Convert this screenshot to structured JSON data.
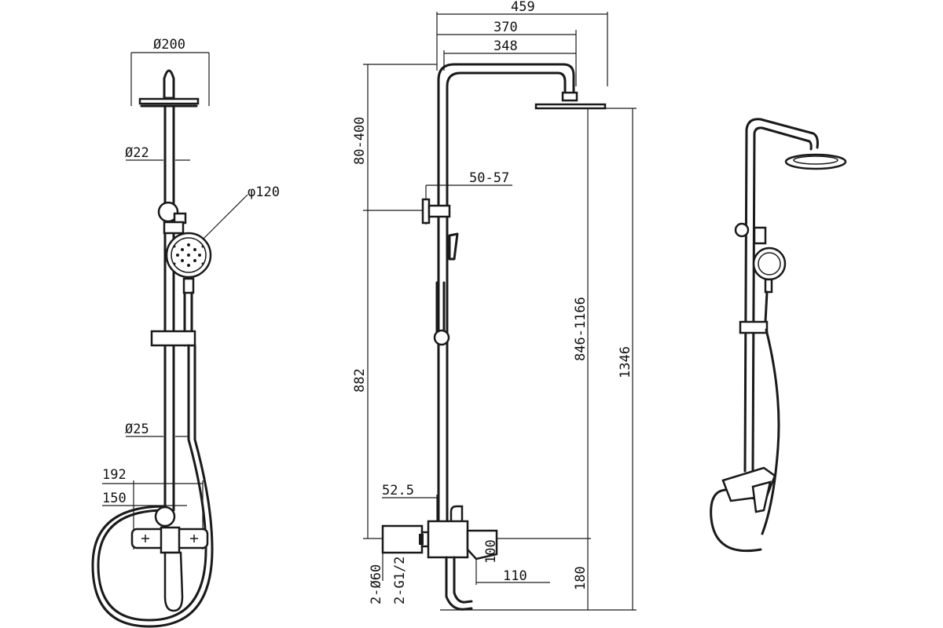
{
  "drawing": {
    "views": [
      "front-view",
      "side-view",
      "perspective-view"
    ],
    "dimensions": {
      "head_diameter": "Ø200",
      "pipe_diameter_upper": "Ø22",
      "handshower_diameter": "φ120",
      "pipe_diameter_lower": "Ø25",
      "mixer_width_192": "192",
      "mixer_width_150": "150",
      "overall_reach": "459",
      "arm_reach_370": "370",
      "arm_reach_348": "348",
      "arm_drop": "80-400",
      "holder_offset": "50-57",
      "rail_height": "882",
      "mixer_offset": "52.5",
      "escutcheon": "2-Ø60",
      "thread": "2-G1/2",
      "mixer_depth": "100",
      "spout_length": "110",
      "height_adjust": "846-1166",
      "total_height": "1346",
      "inlet_height": "180"
    }
  }
}
